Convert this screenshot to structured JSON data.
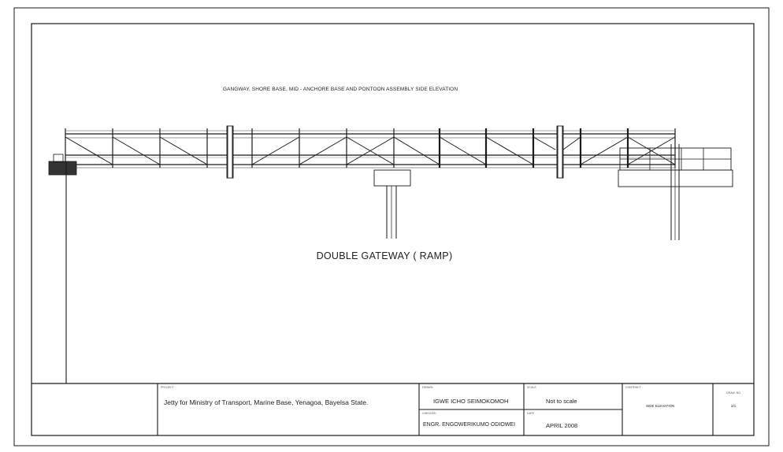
{
  "drawing": {
    "title": "GANGWAY, SHORE BASE, MID - ANCHORE BASE AND PONTOON ASSEMBLY SIDE ELEVATION",
    "caption": "DOUBLE GATEWAY  ( RAMP)",
    "line_color": "#1a1a1a"
  },
  "title_block": {
    "project_label": "PROJECT",
    "project": "Jetty for Ministry of Transport, Marine Base, Yenagoa, Bayelsa State.",
    "drawn_label": "DRAWN",
    "drawn": "IGWE ICHO SEIMOKOMOH",
    "checked_label": "CHECKED",
    "checked": "ENGR. ENGOWERIKUMO ODIOWEI",
    "scale_label": "SCALE",
    "scale": "Not to scale",
    "date_label": "DATE",
    "date": "APRIL 2008",
    "contract_label": "CONTRACT",
    "contract": "SIDE ELEVATION",
    "drawing_no_label": "DRAW. NO",
    "drawing_no": "2/1"
  }
}
